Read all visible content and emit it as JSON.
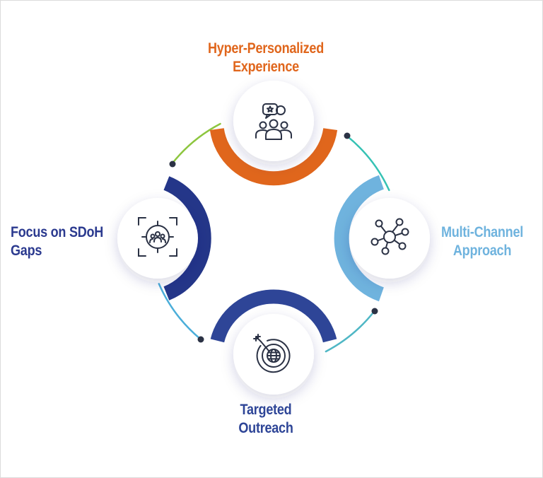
{
  "nodes": [
    {
      "id": "top",
      "label_lines": [
        "Hyper-Personalized",
        "Experience"
      ],
      "color": "#E0661C",
      "icon": "people-star-icon"
    },
    {
      "id": "right",
      "label_lines": [
        "Multi-Channel",
        "Approach"
      ],
      "color": "#6FB3DE",
      "icon": "network-icon"
    },
    {
      "id": "bottom",
      "label_lines": [
        "Targeted",
        "Outreach"
      ],
      "color": "#2E4597",
      "icon": "target-globe-icon"
    },
    {
      "id": "left",
      "label_lines": [
        "Focus on SDoH",
        "Gaps"
      ],
      "color": "#243689",
      "icon": "focus-group-icon"
    }
  ],
  "connector_colors": [
    "#8DC63F",
    "#36C2B4",
    "#4FB7C5",
    "#4BAED9"
  ]
}
